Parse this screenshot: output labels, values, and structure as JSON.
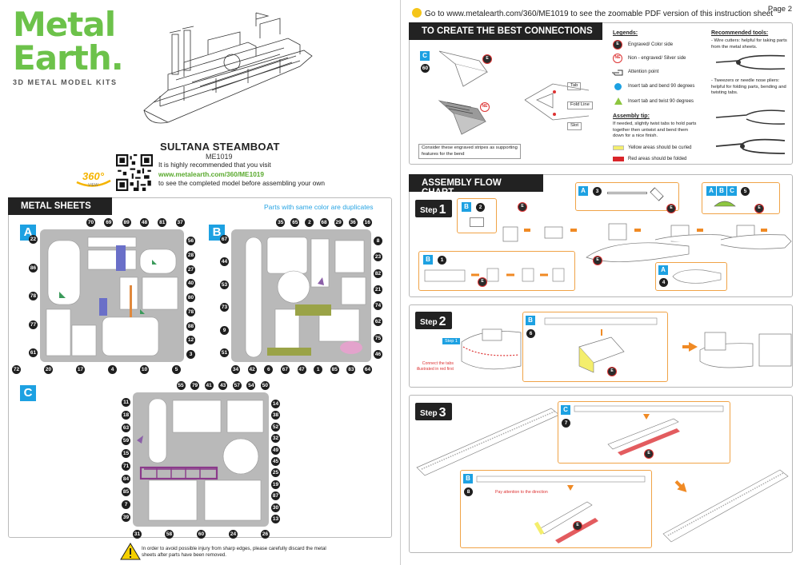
{
  "brand": {
    "logo_line1": "Metal",
    "logo_line2": "Earth.",
    "tagline": "3D METAL MODEL KITS"
  },
  "model": {
    "name": "SULTANA STEAMBOAT",
    "code": "ME1019"
  },
  "visit": {
    "line1": "It is highly recommended that you visit",
    "url": "www.metalearth.com/360/ME1019",
    "line3": "to see the completed model before assembling your own",
    "badge": "360°",
    "badge_sub": "VIEW"
  },
  "metal_sheets": {
    "title": "METAL SHEETS",
    "note": "Parts with same color are duplicates",
    "sheets": [
      {
        "label": "A",
        "top": [
          "70",
          "69",
          "89",
          "48",
          "81",
          "37"
        ],
        "right": [
          "56",
          "28",
          "27",
          "40",
          "80",
          "78",
          "88",
          "12",
          "3"
        ],
        "left": [
          "22",
          "86",
          "78",
          "77",
          "61"
        ],
        "bottom": [
          "72",
          "20",
          "17",
          "4",
          "10",
          "5"
        ]
      },
      {
        "label": "B",
        "top": [
          "35",
          "65",
          "2",
          "68",
          "29",
          "36",
          "16"
        ],
        "right": [
          "8",
          "23",
          "82",
          "21",
          "74",
          "62",
          "75",
          "46"
        ],
        "left": [
          "67",
          "44",
          "53",
          "73",
          "9",
          "51"
        ],
        "bottom": [
          "34",
          "42",
          "6",
          "67",
          "47",
          "1",
          "85",
          "83",
          "64"
        ]
      },
      {
        "label": "C",
        "top": [
          "55",
          "79",
          "41",
          "43",
          "57",
          "54",
          "50"
        ],
        "right": [
          "14",
          "38",
          "52",
          "32",
          "49",
          "45",
          "25",
          "19",
          "87",
          "30",
          "13"
        ],
        "left": [
          "11",
          "18",
          "63",
          "59",
          "15",
          "71",
          "84",
          "85",
          "7",
          "39"
        ],
        "bottom": [
          "31",
          "58",
          "60",
          "24",
          "26"
        ]
      }
    ]
  },
  "warning": "In order to avoid possible injury from sharp edges, please carefully discard the metal sheets after parts have been removed.",
  "right": {
    "page": "Page 2",
    "goto": "Go to www.metalearth.com/360/ME1019 to see the zoomable PDF version of this instruction sheet",
    "connections": {
      "title": "TO CREATE THE BEST CONNECTIONS",
      "part_tag": "C",
      "part_num": "60",
      "sym_e": "E",
      "sym_ne": "NE",
      "caption": "Consider these engraved stripes as supporting features for the bend",
      "labels": [
        "Tab",
        "Fold Line",
        "Slot"
      ]
    },
    "legends": {
      "title": "Legends:",
      "items": [
        {
          "sym": "E",
          "text": "Engraved/ Color side"
        },
        {
          "sym": "NE",
          "text": "Non - engraved/ Silver side"
        },
        {
          "sym": "hand",
          "text": "Attention point"
        },
        {
          "sym": "blue-dot",
          "text": "Insert tab and bend 90 degrees"
        },
        {
          "sym": "green-triangle",
          "text": "Insert tab and twist 90 degrees"
        }
      ],
      "tip_title": "Assembly tip:",
      "tip": "If needed, slightly twist tabs to hold parts together then untwist and bend them down for a nice finish.",
      "yellow": "Yellow areas should be curled",
      "red": "Red areas should be folded",
      "yellow_color": "#f4ee6c",
      "red_color": "#d9252a"
    },
    "tools": {
      "title": "Recommended tools:",
      "t1": "- Wire cutters: helpful for taking parts from the metal sheets.",
      "t2": "- Tweezers or needle nose pliers: helpful for folding parts, bending and twisting tabs."
    },
    "flow": {
      "title": "ASSEMBLY FLOW CHART",
      "step_word": "Step",
      "step1": {
        "num": "1",
        "parts": [
          {
            "tag": "B",
            "num": "2"
          },
          {
            "tag": "B",
            "num": "1"
          },
          {
            "tag": "A",
            "num": "3"
          },
          {
            "tag": "A",
            "num": "4"
          },
          {
            "tags": [
              "A",
              "B",
              "C"
            ],
            "num": "5"
          }
        ]
      },
      "step2": {
        "num": "2",
        "part": {
          "tag": "B",
          "num": "6"
        },
        "ref": "Step 1",
        "note": "Connect the tabs illustrated in red first"
      },
      "step3": {
        "num": "3",
        "parts": [
          {
            "tag": "C",
            "num": "7"
          },
          {
            "tag": "B",
            "num": "8"
          }
        ],
        "note": "Pay attention to the direction"
      }
    }
  }
}
